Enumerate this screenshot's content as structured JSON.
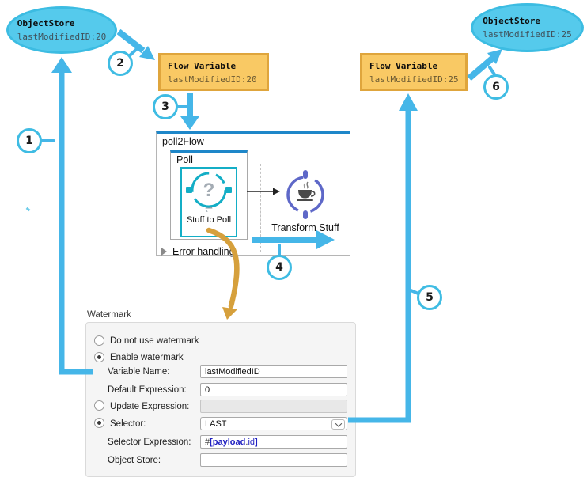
{
  "diagram": {
    "objectstore_before": {
      "title": "ObjectStore",
      "value": "lastModifiedID:20"
    },
    "objectstore_after": {
      "title": "ObjectStore",
      "value": "lastModifiedID:25"
    },
    "flowvar_before": {
      "title": "Flow Variable",
      "value": "lastModifiedID:20"
    },
    "flowvar_after": {
      "title": "Flow Variable",
      "value": "lastModifiedID:25"
    },
    "steps": [
      "1",
      "2",
      "3",
      "4",
      "5",
      "6"
    ],
    "colors": {
      "node_fill_cyan": "#55CAEC",
      "node_border_cyan": "#3CBCE2",
      "arrow_blue": "#45B6E8",
      "flowvar_fill": "#F9C964",
      "flowvar_border": "#DFA53C",
      "orange_arrow": "#D6A03C",
      "flow_blue": "#1E87C9",
      "poll_icon_cyan": "#14AEC6",
      "transform_purple": "#5E68C8"
    }
  },
  "flow": {
    "name": "poll2Flow",
    "scope_label": "Poll",
    "source_label": "Stuff to Poll",
    "processor_label": "Transform Stuff",
    "error_label": "Error handling"
  },
  "watermark": {
    "title": "Watermark",
    "options": [
      {
        "label": "Do not use watermark",
        "selected": false
      },
      {
        "label": "Enable watermark",
        "selected": true
      }
    ],
    "fields": [
      {
        "label": "Variable Name:",
        "value": "lastModifiedID"
      },
      {
        "label": "Default Expression:",
        "value": "0"
      },
      {
        "label": "Update Expression:",
        "value": "",
        "disabled": true
      },
      {
        "label": "Selector:",
        "value": "LAST"
      },
      {
        "label": "Selector Expression:",
        "value": "#[payload.id]",
        "value_parts": {
          "hash": "#",
          "open": "[",
          "main": "payload",
          "dot": ".",
          "prop": "id",
          "close": "]"
        }
      },
      {
        "label": "Object Store:",
        "value": ""
      }
    ]
  }
}
